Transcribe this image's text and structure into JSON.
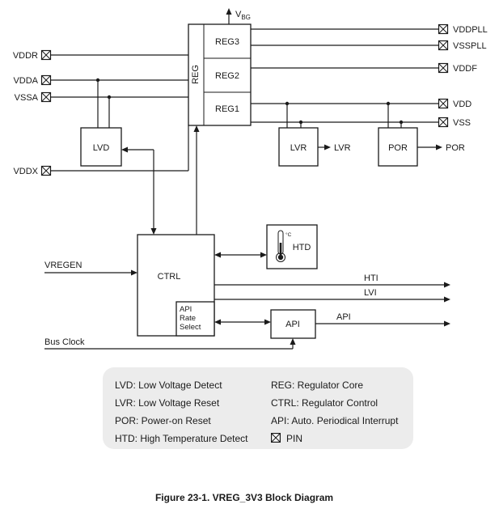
{
  "caption": "Figure 23-1. VREG_3V3 Block Diagram",
  "blocks": {
    "reg": "REG",
    "reg3": "REG3",
    "reg2": "REG2",
    "reg1": "REG1",
    "lvd": "LVD",
    "lvr": "LVR",
    "por": "POR",
    "ctrl": "CTRL",
    "htd": "HTD",
    "api": "API",
    "api_rate_select": {
      "line1": "API",
      "line2": "Rate",
      "line3": "Select"
    }
  },
  "pins": {
    "vddr": "VDDR",
    "vdda": "VDDA",
    "vssa": "VSSA",
    "vddx": "VDDX",
    "vddpll": "VDDPLL",
    "vsspll": "VSSPLL",
    "vddf": "VDDF",
    "vdd": "VDD",
    "vss": "VSS"
  },
  "signals": {
    "vbg_base": "V",
    "vbg_sub": "BG",
    "lvr_out": "LVR",
    "por_out": "POR",
    "hti": "HTI",
    "lvi": "LVI",
    "api_out": "API",
    "vregen": "VREGEN",
    "bus_clock": "Bus Clock",
    "temp_unit": "°C"
  },
  "legend": {
    "items_left": [
      "LVD: Low Voltage Detect",
      "LVR: Low Voltage Reset",
      "POR: Power-on Reset",
      "HTD: High Temperature Detect"
    ],
    "items_right": [
      "REG: Regulator Core",
      "CTRL: Regulator Control",
      "API: Auto. Periodical Interrupt"
    ],
    "pin_label": "PIN"
  },
  "colors": {
    "line": "#1a1a1a",
    "legend_bg": "#ececec",
    "background": "#ffffff"
  }
}
